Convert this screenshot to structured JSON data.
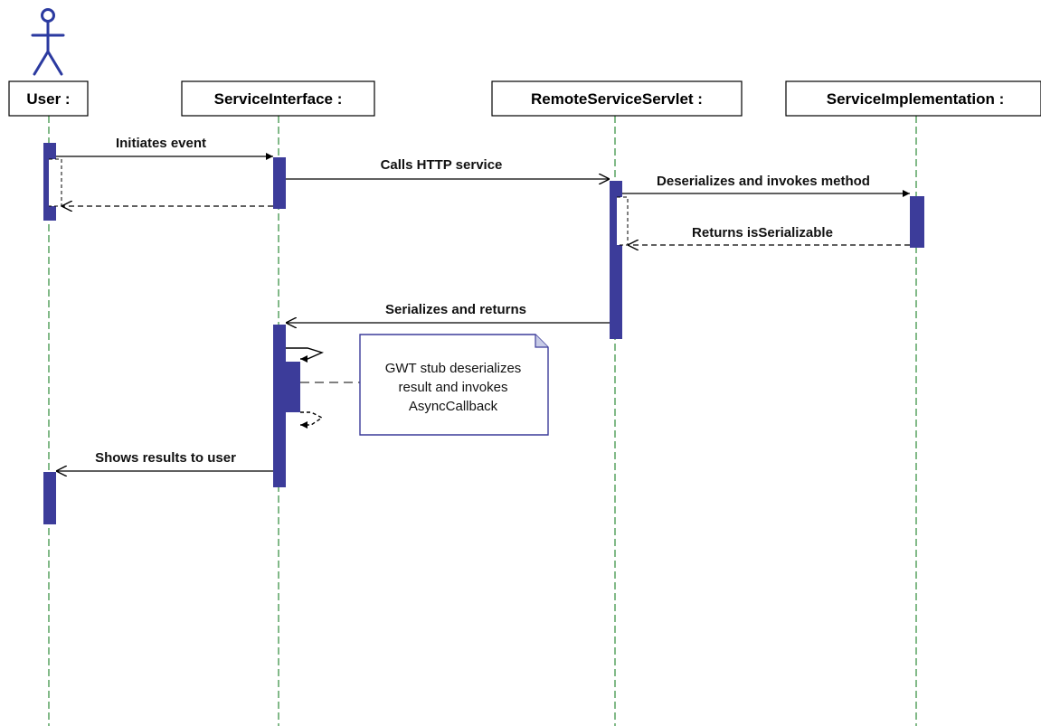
{
  "lifelines": [
    {
      "id": "user",
      "label": "User :",
      "actor": true
    },
    {
      "id": "service_interface",
      "label": "ServiceInterface :"
    },
    {
      "id": "remote_servlet",
      "label": "RemoteServiceServlet :"
    },
    {
      "id": "service_impl",
      "label": "ServiceImplementation :"
    }
  ],
  "messages": [
    {
      "from": "user",
      "to": "service_interface",
      "label": "Initiates event",
      "kind": "call"
    },
    {
      "from": "service_interface",
      "to": "user",
      "label": "",
      "kind": "return"
    },
    {
      "from": "service_interface",
      "to": "remote_servlet",
      "label": "Calls HTTP service",
      "kind": "call"
    },
    {
      "from": "remote_servlet",
      "to": "service_impl",
      "label": "Deserializes and invokes method",
      "kind": "call"
    },
    {
      "from": "service_impl",
      "to": "remote_servlet",
      "label": "Returns isSerializable",
      "kind": "return"
    },
    {
      "from": "remote_servlet",
      "to": "service_interface",
      "label": "Serializes and returns",
      "kind": "call"
    },
    {
      "from": "service_interface",
      "to": "user",
      "label": "Shows results to user",
      "kind": "call"
    }
  ],
  "note": {
    "lines": [
      "GWT stub deserializes",
      "result and invokes",
      "AsyncCallback"
    ]
  },
  "colors": {
    "activation": "#3c3c9a",
    "lifeline": "#2e8b3a",
    "actor": "#2b3aa0",
    "note_border": "#3c3c9a",
    "line": "#000000"
  }
}
